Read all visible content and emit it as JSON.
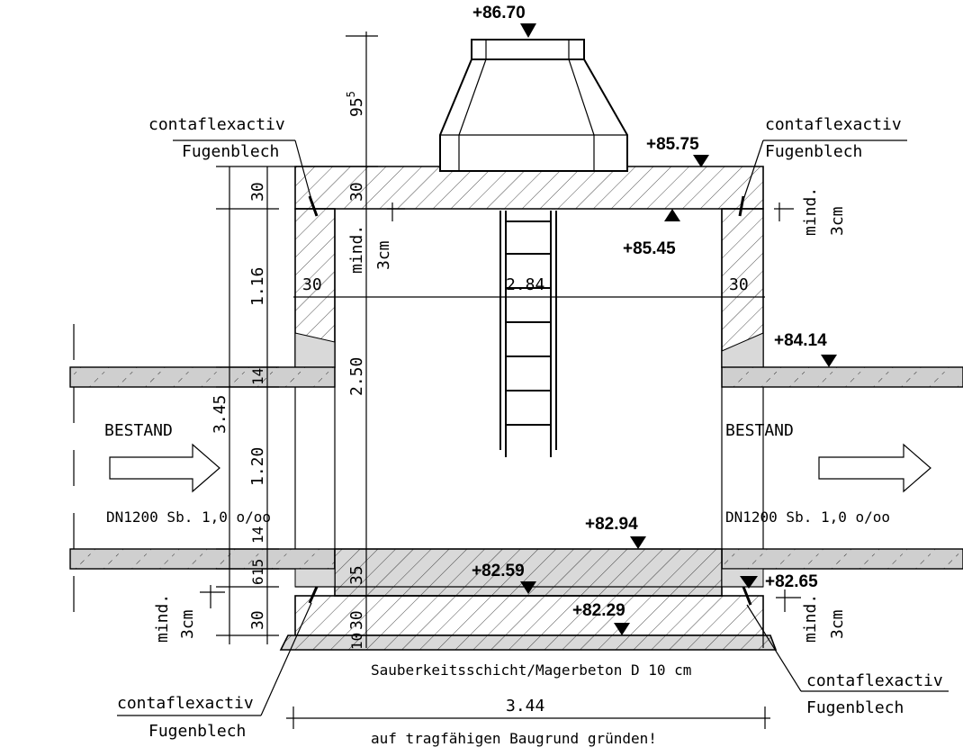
{
  "elevations": {
    "top_cover": "+86.70",
    "top_slab": "+85.75",
    "ceiling_underside": "+85.45",
    "pipe_right_top": "+84.14",
    "pipe_invert": "+82.94",
    "floor_inside": "+82.59",
    "right_recess": "+82.65",
    "base_bottom": "+82.29"
  },
  "dimensions": {
    "cone_height": "95",
    "cone_height_sup": "5",
    "top_slab_left": "30",
    "top_slab_center": "30",
    "wall_left": "30",
    "wall_right": "30",
    "inner_width": "2.84",
    "upper_height": "1.16",
    "pipe_wall_top": "14",
    "inner_height": "2.50",
    "total_height": "3.45",
    "pipe_dn": "1.20",
    "pipe_wall_bottom": "14",
    "base_dim_a": "6",
    "base_dim_b": "15",
    "base_slab": "30",
    "base_slab_center": "30",
    "base_inner": "35",
    "blinding": "10",
    "total_width": "3.44"
  },
  "labels": {
    "contaflex_top_left": "contaflexactiv",
    "fugenblech_top_left": "Fugenblech",
    "contaflex_top_right": "contaflexactiv",
    "fugenblech_top_right": "Fugenblech",
    "contaflex_bottom_left": "contaflexactiv",
    "fugenblech_bottom_left": "Fugenblech",
    "contaflex_bottom_right": "contaflexactiv",
    "fugenblech_bottom_right": "Fugenblech",
    "mind_top": "mind.",
    "cm_top": "3cm",
    "mind_right_top": "mind.",
    "cm_right_top": "3cm",
    "mind_bottom_left": "mind.",
    "cm_bottom_left": "3cm",
    "mind_bottom_right": "mind.",
    "cm_bottom_right": "3cm",
    "bestand_left": "BESTAND",
    "bestand_right": "BESTAND",
    "pipe_left": "DN1200 Sb. 1,0 o/oo",
    "pipe_right": "DN1200 Sb. 1,0 o/oo",
    "blinding_note": "Sauberkeitsschicht/Magerbeton D 10 cm",
    "foundation_note": "auf tragfähigen Baugrund gründen!"
  }
}
